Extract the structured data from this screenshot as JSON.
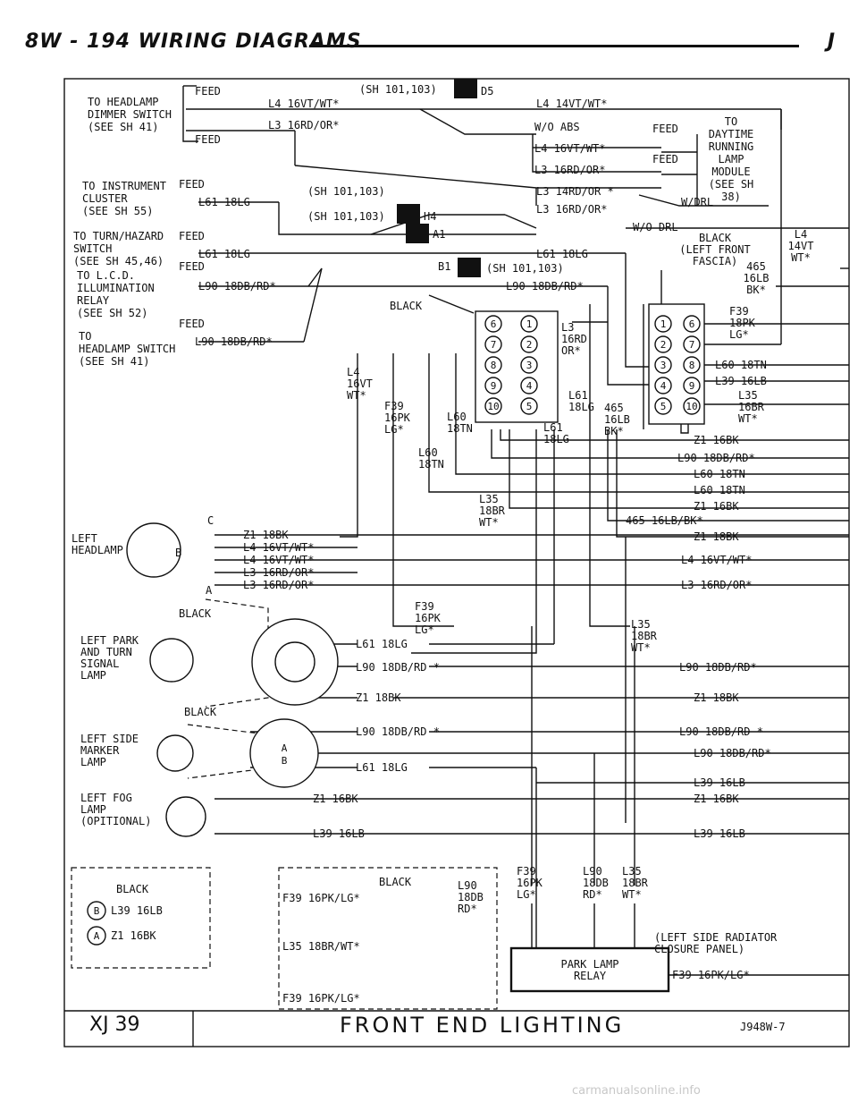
{
  "header": {
    "left": "8W - 194   WIRING DIAGRAMS",
    "right": "J"
  },
  "footer": {
    "code": "XJ 39",
    "title": "FRONT END LIGHTING",
    "number": "J948W-7"
  },
  "watermark": "carmanualsonline.info",
  "labels": {
    "headlamp_dimmer": [
      "TO HEADLAMP",
      "DIMMER SWITCH",
      "(SEE SH 41)"
    ],
    "feed": "FEED",
    "sh_d5": "(SH 101,103)",
    "d5": "D5",
    "l4_16vt": "L4 16VT/WT*",
    "l3_16rd": "L3 16RD/OR*",
    "l4_14vt": "L4 14VT/WT*",
    "wo_abs": "W/O ABS",
    "l4_16vt_b": "L4 16VT/WT*",
    "l3_16rd_b": "L3 16RD/OR*",
    "drl_module": [
      "TO",
      "DAYTIME",
      "RUNNING",
      "LAMP",
      "MODULE",
      "(SEE SH",
      "38)"
    ],
    "w_drl": "W/DRL",
    "instrument_cluster": [
      "TO INSTRUMENT",
      "CLUSTER",
      "(SEE SH 55)"
    ],
    "l61_18lg": "L61 18LG",
    "sh_h4": "(SH 101,103)",
    "h4": "H4",
    "l3_14rd": "L3 14RD/OR *",
    "l3_16rd_c": "L3 16RD/OR*",
    "turn_hazard": [
      "TO TURN/HAZARD",
      "SWITCH",
      "(SEE SH 45,46)"
    ],
    "sh_a1": "(SH 101,103)",
    "a1": "A1",
    "l61_18lg_b": "L61 18LG",
    "lcd_illum": [
      "TO L.C.D.",
      "ILLUMINATION",
      "RELAY",
      "(SEE SH 52)"
    ],
    "l90_18db": "L90 18DB/RD*",
    "b1": "B1",
    "sh_b1": "(SH 101,103)",
    "l90_18db_b": "L90 18DB/RD*",
    "headlamp_switch": [
      "TO",
      "HEADLAMP SWITCH",
      "(SEE SH 41)"
    ],
    "l90_18db_c": "L90 18DB/RD*",
    "black": "BLACK",
    "wo_drl": "W/O DRL",
    "l4_14vt_r": [
      "L4",
      "14VT",
      "WT*"
    ],
    "left_front_fascia": [
      "BLACK",
      "(LEFT FRONT",
      "FASCIA)"
    ],
    "c465": [
      "465",
      "16LB",
      "BK*"
    ],
    "f39_r": [
      "F39",
      "18PK",
      "LG*"
    ],
    "l3_16rd_conn": [
      "L3",
      "16RD",
      "OR*"
    ],
    "l4_16vt_v": [
      "L4",
      "16VT",
      "WT*"
    ],
    "f39_16pk_v": [
      "F39",
      "16PK",
      "LG*"
    ],
    "l60_18tn_a": [
      "L60",
      "18TN"
    ],
    "l60_18tn_b": [
      "L60",
      "18TN"
    ],
    "l61_18lg_v": [
      "L61",
      "18LG"
    ],
    "l61_18lg_v2": [
      "L61",
      "18LG"
    ],
    "c465_v": [
      "465",
      "16LB",
      "BK*"
    ],
    "l35_18br_v": [
      "L35",
      "18BR",
      "WT*"
    ],
    "l60_18tn_r": "L60 18TN",
    "l39_16lb_r": "L39 16LB",
    "l35_16br_r": [
      "L35",
      "16BR",
      "WT*"
    ],
    "z1_16bk_r": "Z1 16BK",
    "l90_18db_r": "L90 18DB/RD*",
    "l60_18tn_r2": "L60 18TN",
    "l60_18tn_r3": "L60 18TN",
    "z1_16bk_r2": "Z1 16BK",
    "c465_16lb": "465 16LB/BK*",
    "z1_18bk_r": "Z1 18BK",
    "l4_16vt_r2": "L4 16VT/WT*",
    "l3_16rd_r2": "L3 16RD/OR*",
    "left_headlamp": [
      "LEFT",
      "HEADLAMP"
    ],
    "hl_c": "C",
    "hl_b": "B",
    "hl_a": "A",
    "z1_18bk": "Z1 18BK",
    "l4_16vt_hl": "L4 16VT/WT*",
    "l4_16vt_hl2": "L4 16VT/WT*",
    "l3_16rd_hl": "L3 16RD/OR*",
    "l3_16rd_hl2": "L3 16RD/OR*",
    "black_park": "BLACK",
    "left_park": [
      "LEFT PARK",
      "AND TURN",
      "SIGNAL",
      "LAMP"
    ],
    "f39_16pk_p": [
      "F39",
      "16PK",
      "LG*"
    ],
    "l35_18br_p": [
      "L35",
      "18BR",
      "WT*"
    ],
    "l61_18lg_p": "L61 18LG",
    "l90_18db_p": "L90 18DB/RD *",
    "l90_18db_pr": "L90 18DB/RD*",
    "z1_18bk_p": "Z1 18BK",
    "z1_18bk_pr": "Z1 18BK",
    "black_side": "BLACK",
    "left_side": [
      "LEFT SIDE",
      "MARKER",
      "LAMP"
    ],
    "l90_18db_s": "L90 18DB/RD *",
    "l90_18db_sr": "L90 18DB/RD *",
    "l90_18db_sr2": "L90 18DB/RD*",
    "l61_18lg_s": "L61 18LG",
    "l39_16lb_sr": "L39 16LB",
    "left_fog": [
      "LEFT FOG",
      "LAMP",
      "(OPITIONAL)"
    ],
    "z1_16bk_f": "Z1 16BK",
    "z1_16bk_fr": "Z1 16BK",
    "l39_16lb_f": "L39 16LB",
    "l39_16lb_fr": "L39 16LB",
    "fog_conn": [
      "BLACK",
      "L39 16LB",
      "Z1 16BK"
    ],
    "fog_b": "B",
    "fog_a": "A",
    "relay_black": "BLACK",
    "relay_l90": [
      "L90",
      "18DB",
      "RD*"
    ],
    "relay_f39": "F39 16PK/LG*",
    "relay_l35": "L35 18BR/WT*",
    "relay_f39_b": "F39 16PK/LG*",
    "bot_f39": [
      "F39",
      "16PK",
      "LG*"
    ],
    "bot_l90": [
      "L90",
      "18DB",
      "RD*"
    ],
    "bot_l35": [
      "L35",
      "18BR",
      "WT*"
    ],
    "radiator": [
      "(LEFT SIDE RADIATOR",
      "CLOSURE PANEL)"
    ],
    "park_relay": [
      "PARK LAMP",
      "RELAY"
    ],
    "relay_f39_r": "F39 16PK/LG*"
  },
  "connector_left_pins": [
    "6",
    "1",
    "7",
    "2",
    "8",
    "3",
    "9",
    "4",
    "10",
    "5"
  ],
  "connector_right_pins": [
    "1",
    "6",
    "2",
    "7",
    "3",
    "8",
    "4",
    "9",
    "5",
    "10"
  ],
  "fog_pins": [
    "B",
    "A"
  ],
  "side_pins": [
    "A",
    "B"
  ]
}
